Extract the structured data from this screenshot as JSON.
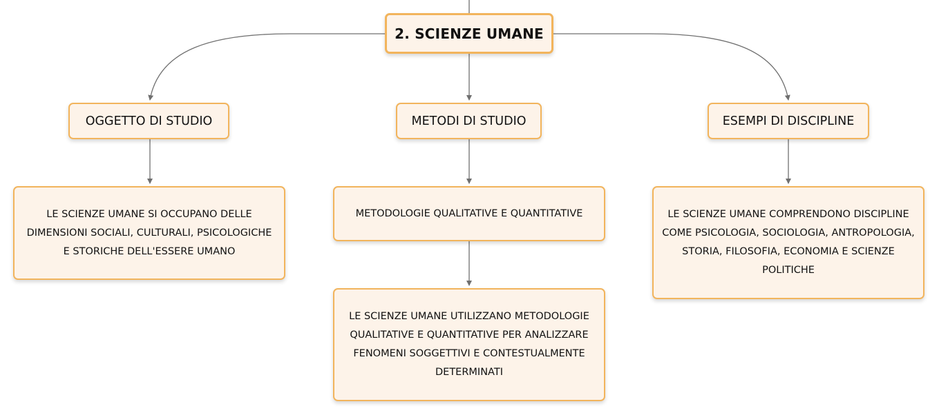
{
  "diagram": {
    "root": {
      "label": "2. SCIENZE UMANE"
    },
    "categories": [
      {
        "id": "oggetto",
        "label": "OGGETTO DI STUDIO"
      },
      {
        "id": "metodi",
        "label": "METODI DI STUDIO"
      },
      {
        "id": "esempi",
        "label": "ESEMPI DI DISCIPLINE"
      }
    ],
    "details": {
      "oggetto": "LE SCIENZE UMANE SI OCCUPANO DELLE DIMENSIONI SOCIALI, CULTURALI, PSICOLOGICHE E STORICHE DELL'ESSERE UMANO",
      "metodi_summary": "METODOLOGIE QUALITATIVE E QUANTITATIVE",
      "metodi_detail": "LE SCIENZE UMANE UTILIZZANO METODOLOGIE QUALITATIVE E QUANTITATIVE PER ANALIZZARE FENOMENI SOGGETTIVI E CONTESTUALMENTE DETERMINATI",
      "esempi": "LE SCIENZE UMANE COMPRENDONO DISCIPLINE COME PSICOLOGIA, SOCIOLOGIA, ANTROPOLOGIA, STORIA, FILOSOFIA, ECONOMIA E SCIENZE POLITICHE"
    },
    "colors": {
      "node_fill": "#fdf3e9",
      "node_border": "#f2b45c",
      "connector": "#6f6f6f",
      "text": "#111111"
    }
  }
}
